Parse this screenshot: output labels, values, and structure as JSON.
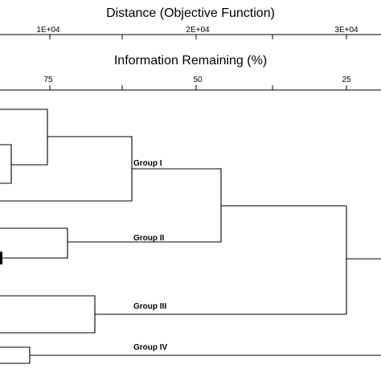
{
  "top_axis": {
    "title": "Distance (Objective Function)",
    "ticks": [
      "1E+04",
      "2E+04",
      "3E+04"
    ]
  },
  "second_axis": {
    "title": "Information Remaining (%)",
    "ticks": [
      "75",
      "50",
      "25"
    ]
  },
  "groups": [
    {
      "label": "Group I"
    },
    {
      "label": "Group II"
    },
    {
      "label": "Group III"
    },
    {
      "label": "Group IV"
    }
  ],
  "colors": {
    "background": "#ffffff",
    "line": "#000000"
  }
}
